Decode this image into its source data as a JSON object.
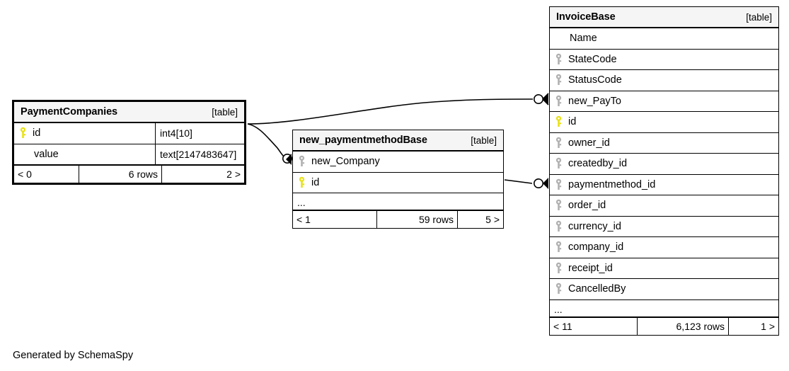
{
  "diagram": {
    "kind": "entity-relationship-diagram",
    "generator_caption": "Generated by SchemaSpy",
    "table_tag": "[table]",
    "ellipsis": "..."
  },
  "tables": [
    {
      "id": "paymentcompanies",
      "name": "PaymentCompanies",
      "tag": "[table]",
      "columns": [
        {
          "name": "id",
          "key": "primary",
          "type": "int4[10]"
        },
        {
          "name": "value",
          "key": "none",
          "type": "text[2147483647]"
        }
      ],
      "has_ellipsis_row": false,
      "footer": {
        "left": "< 0",
        "middle": "6 rows",
        "right": "2 >"
      }
    },
    {
      "id": "new_paymentmethodbase",
      "name": "new_paymentmethodBase",
      "tag": "[table]",
      "columns": [
        {
          "name": "new_Company",
          "key": "foreign",
          "type": ""
        },
        {
          "name": "id",
          "key": "primary",
          "type": ""
        }
      ],
      "has_ellipsis_row": true,
      "footer": {
        "left": "< 1",
        "middle": "59 rows",
        "right": "5 >"
      }
    },
    {
      "id": "invoicebase",
      "name": "InvoiceBase",
      "tag": "[table]",
      "columns": [
        {
          "name": "Name",
          "key": "none",
          "type": ""
        },
        {
          "name": "StateCode",
          "key": "foreign",
          "type": ""
        },
        {
          "name": "StatusCode",
          "key": "foreign",
          "type": ""
        },
        {
          "name": "new_PayTo",
          "key": "foreign",
          "type": ""
        },
        {
          "name": "id",
          "key": "primary",
          "type": ""
        },
        {
          "name": "owner_id",
          "key": "foreign",
          "type": ""
        },
        {
          "name": "createdby_id",
          "key": "foreign",
          "type": ""
        },
        {
          "name": "paymentmethod_id",
          "key": "foreign",
          "type": ""
        },
        {
          "name": "order_id",
          "key": "foreign",
          "type": ""
        },
        {
          "name": "currency_id",
          "key": "foreign",
          "type": ""
        },
        {
          "name": "company_id",
          "key": "foreign",
          "type": ""
        },
        {
          "name": "receipt_id",
          "key": "foreign",
          "type": ""
        },
        {
          "name": "CancelledBy",
          "key": "foreign",
          "type": ""
        }
      ],
      "has_ellipsis_row": true,
      "footer": {
        "left": "< 11",
        "middle": "6,123 rows",
        "right": "1 >"
      }
    }
  ],
  "relationships": [
    {
      "id": "paymentcompanies-to-new_payto",
      "from_table": "PaymentCompanies",
      "from_column": "id",
      "to_table": "InvoiceBase",
      "to_column": "new_PayTo",
      "child_cardinality": "zero-or-many"
    },
    {
      "id": "paymentcompanies-to-new_company",
      "from_table": "PaymentCompanies",
      "from_column": "id",
      "to_table": "new_paymentmethodBase",
      "to_column": "new_Company",
      "child_cardinality": "zero-or-many"
    },
    {
      "id": "new_paymentmethodbase-to-paymentmethod_id",
      "from_table": "new_paymentmethodBase",
      "from_column": "id",
      "to_table": "InvoiceBase",
      "to_column": "paymentmethod_id",
      "child_cardinality": "zero-or-many"
    }
  ],
  "colors": {
    "primary_key": "#e8e117",
    "foreign_key": "#b0b0b0",
    "header_background": "#f5f5f5",
    "border": "#000000",
    "canvas": "#ffffff"
  }
}
